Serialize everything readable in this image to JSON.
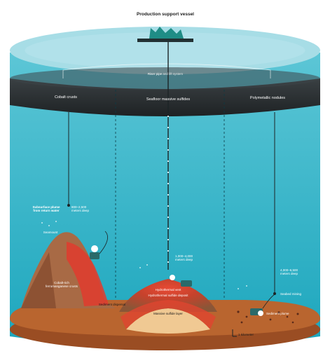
{
  "vessel_label": "Production support vessel",
  "riser_label": "Riser pipe",
  "riser_label_small": "and lift system",
  "band_columns": [
    {
      "title": "Cobalt crusts"
    },
    {
      "title": "Seafloor massive sulfides"
    },
    {
      "title": "Polymetallic nodules"
    }
  ],
  "cobalt": {
    "depth_label": "800–2,500",
    "depth_unit": "meters deep",
    "plume_title": "Subsurface plume",
    "plume_sub": "from return water",
    "small_label": "Seamount",
    "crust_label": "Cobalt-rich ferromanganese crusts",
    "sediment_label": "Sediment dispersal"
  },
  "sulfides": {
    "depth_label": "1,000–4,000",
    "depth_unit": "meters deep",
    "deposit_label": "Hydrothermal sulfide deposit",
    "chimney_label": "Hydrothermal vent",
    "core_label": "Massive sulfide layer"
  },
  "nodules": {
    "depth_label": "4,000–6,500",
    "depth_unit": "meters deep",
    "machine_label": "Seabed mining",
    "plume_label": "Sediment plume"
  },
  "scale_label": "1 kilometer",
  "colors": {
    "water_top": "#8fd3df",
    "water_body": "#2fb2c6",
    "band": "#2b2f31",
    "seafloor": "#b5602c",
    "mound": "#8c5a3c",
    "hot": "#e23b2f",
    "core": "#f0c993"
  }
}
